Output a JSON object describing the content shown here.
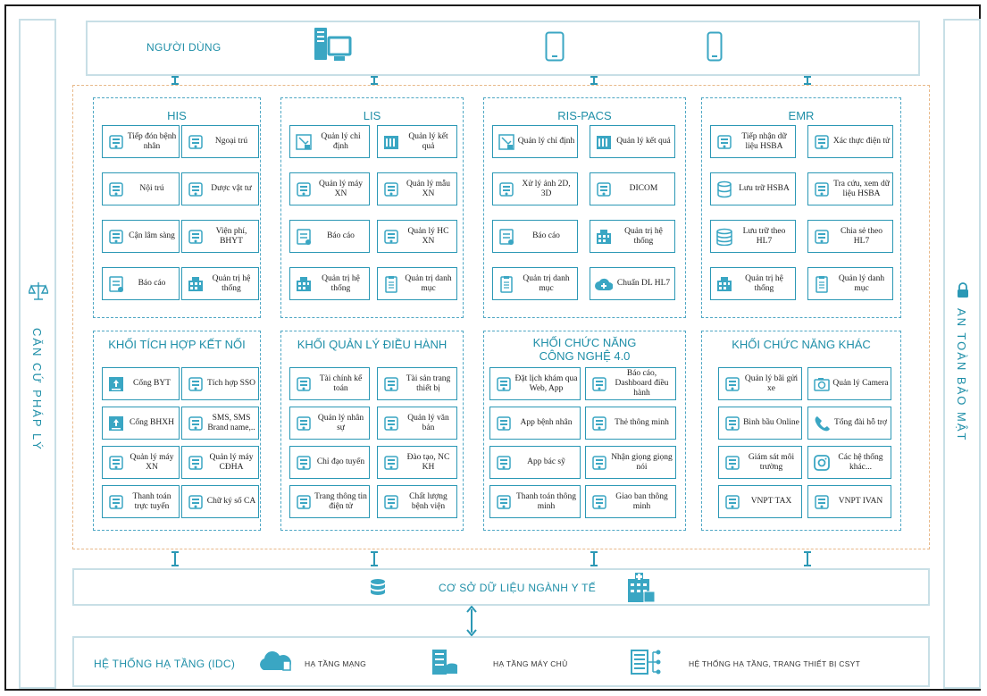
{
  "left_label": "CĂN CỨ PHÁP LÝ",
  "right_label": "AN TOÀN BẢO MẬT",
  "top_band": {
    "title": "NGƯỜI DÙNG"
  },
  "bottom_band": {
    "title": "CƠ SỞ DỮ LIỆU NGÀNH Y TẾ"
  },
  "infra": {
    "title": "HỆ THỐNG HẠ TẦNG (IDC)",
    "items": [
      {
        "label": "HẠ TẦNG MẠNG"
      },
      {
        "label": "HẠ TẦNG MÁY CHỦ"
      },
      {
        "label": "HỆ THỐNG HẠ TẦNG, TRANG THIẾT BỊ CSYT"
      }
    ]
  },
  "blocks": [
    {
      "title": "HIS",
      "cards": [
        {
          "label": "Tiếp đón bệnh nhân",
          "icon": "patient-reception-icon"
        },
        {
          "label": "Ngoại trú",
          "icon": "outpatient-icon"
        },
        {
          "label": "Nội trú",
          "icon": "inpatient-bed-icon"
        },
        {
          "label": "Dược vật tư",
          "icon": "pharmacy-icon"
        },
        {
          "label": "Cận lâm sàng",
          "icon": "paraclinical-icon"
        },
        {
          "label": "Viện phí, BHYT",
          "icon": "insurance-icon"
        },
        {
          "label": "Báo cáo",
          "icon": "report-icon"
        },
        {
          "label": "Quản trị hệ thống",
          "icon": "system-admin-icon"
        }
      ]
    },
    {
      "title": "LIS",
      "cards": [
        {
          "label": "Quản lý chỉ định",
          "icon": "order-icon"
        },
        {
          "label": "Quản lý kết quả",
          "icon": "result-icon"
        },
        {
          "label": "Quản lý máy XN",
          "icon": "lab-machine-icon"
        },
        {
          "label": "Quản lý mẫu XN",
          "icon": "sample-tube-icon"
        },
        {
          "label": "Báo cáo",
          "icon": "report-icon"
        },
        {
          "label": "Quản lý HC XN",
          "icon": "chemical-icon"
        },
        {
          "label": "Quản trị hệ thống",
          "icon": "system-admin-icon"
        },
        {
          "label": "Quản trị danh mục",
          "icon": "catalog-icon"
        }
      ]
    },
    {
      "title": "RIS-PACS",
      "cards": [
        {
          "label": "Quản lý chỉ định",
          "icon": "order-icon"
        },
        {
          "label": "Quản lý kết quả",
          "icon": "result-icon"
        },
        {
          "label": "Xử lý ảnh 2D, 3D",
          "icon": "image-processing-icon"
        },
        {
          "label": "DICOM",
          "icon": "dicom-monitor-icon"
        },
        {
          "label": "Báo cáo",
          "icon": "report-icon"
        },
        {
          "label": "Quản trị hệ thống",
          "icon": "system-admin-icon"
        },
        {
          "label": "Quản trị danh mục",
          "icon": "catalog-icon"
        },
        {
          "label": "Chuẩn DL HL7",
          "icon": "cloud-medical-icon"
        }
      ]
    },
    {
      "title": "EMR",
      "cards": [
        {
          "label": "Tiếp nhận dữ liệu HSBA",
          "icon": "receive-data-icon"
        },
        {
          "label": "Xác thực điện tử",
          "icon": "e-signature-icon"
        },
        {
          "label": "Lưu trữ HSBA",
          "icon": "database-icon"
        },
        {
          "label": "Tra cứu, xem dữ liệu HSBA",
          "icon": "document-view-icon"
        },
        {
          "label": "Lưu trữ theo HL7",
          "icon": "database-stack-icon"
        },
        {
          "label": "Chia sẻ theo HL7",
          "icon": "share-icon"
        },
        {
          "label": "Quản trị hệ thống",
          "icon": "system-admin-icon"
        },
        {
          "label": "Quản lý danh mục",
          "icon": "catalog-icon"
        }
      ]
    },
    {
      "title": "KHỐI TÍCH HỢP KẾT NỐI",
      "cards": [
        {
          "label": "Cổng BYT",
          "icon": "gate-icon"
        },
        {
          "label": "Tích hợp SSO",
          "icon": "sso-cloud-icon"
        },
        {
          "label": "Cổng BHXH",
          "icon": "gate-icon"
        },
        {
          "label": "SMS, SMS Brand name,..",
          "icon": "sms-icon"
        },
        {
          "label": "Quản lý máy XN",
          "icon": "lab-machine-icon"
        },
        {
          "label": "Quản lý máy CĐHA",
          "icon": "imaging-machine-icon"
        },
        {
          "label": "Thanh toán trực tuyến",
          "icon": "payment-icon"
        },
        {
          "label": "Chữ ký số CA",
          "icon": "digital-signature-icon"
        }
      ]
    },
    {
      "title": "KHỐI QUẢN LÝ ĐIỀU HÀNH",
      "cards": [
        {
          "label": "Tài chính kế toán",
          "icon": "finance-icon"
        },
        {
          "label": "Tài sản trang thiết bị",
          "icon": "asset-icon"
        },
        {
          "label": "Quản lý nhân sự",
          "icon": "hr-icon"
        },
        {
          "label": "Quản lý văn bản",
          "icon": "document-icon"
        },
        {
          "label": "Chỉ đạo tuyến",
          "icon": "direction-icon"
        },
        {
          "label": "Đào tạo, NC KH",
          "icon": "microscope-icon"
        },
        {
          "label": "Trang thông tin điện tử",
          "icon": "web-code-icon"
        },
        {
          "label": "Chất lượng bệnh viện",
          "icon": "quality-badge-icon"
        }
      ]
    },
    {
      "title": "KHỐI CHỨC NĂNG CÔNG NGHỆ 4.0",
      "cards": [
        {
          "label": "Đặt lịch khám qua Web, App",
          "icon": "booking-icon"
        },
        {
          "label": "Báo cáo, Dashboard điều hành",
          "icon": "dashboard-icon"
        },
        {
          "label": "App bệnh nhân",
          "icon": "patient-app-icon"
        },
        {
          "label": "Thẻ thông minh",
          "icon": "smart-card-icon"
        },
        {
          "label": "App bác sỹ",
          "icon": "doctor-app-icon"
        },
        {
          "label": "Nhận giọng giọng nói",
          "icon": "voice-icon"
        },
        {
          "label": "Thanh toán thông minh",
          "icon": "smart-payment-icon"
        },
        {
          "label": "Giao ban thông minh",
          "icon": "meeting-icon"
        }
      ]
    },
    {
      "title": "KHỐI CHỨC NĂNG KHÁC",
      "cards": [
        {
          "label": "Quản lý bãi gửi xe",
          "icon": "parking-icon"
        },
        {
          "label": "Quản lý Camera",
          "icon": "camera-icon"
        },
        {
          "label": "Bình bầu Online",
          "icon": "vote-icon"
        },
        {
          "label": "Tổng đài hỗ trợ",
          "icon": "phone-icon"
        },
        {
          "label": "Giám sát môi trường",
          "icon": "environment-icon"
        },
        {
          "label": "Các hệ thống khác...",
          "icon": "instagram-icon"
        },
        {
          "label": "VNPT TAX",
          "icon": "tax-icon"
        },
        {
          "label": "VNPT IVAN",
          "icon": "ivan-icon"
        }
      ]
    }
  ],
  "colors": {
    "accent": "#2b98b5",
    "title": "#1f8fa8",
    "dashed_outer": "#e8b98a",
    "band_border": "#c8dfe6"
  }
}
